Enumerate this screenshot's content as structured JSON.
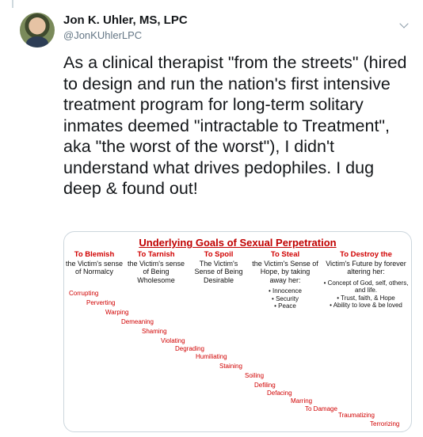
{
  "tweet": {
    "author_name": "Jon K. Uhler, MS, LPC",
    "author_handle": "@JonKUhlerLPC",
    "text": "As a clinical therapist \"from the streets\" (hired to design and run the nation's first intensive treatment program for long-term solitary inmates deemed \"intractable to Treatment\", aka \"the worst of the worst\"), I didn't understand what drives pedophiles. I dug deep & found out!",
    "menu_icon": "chevron-down-icon"
  },
  "media": {
    "title": "Underlying Goals of Sexual Perpetration",
    "columns": [
      {
        "heading": "To Blemish",
        "body": "the Victim's sense of Normalcy",
        "bullets": []
      },
      {
        "heading": "To Tarnish",
        "body": "the Victim's sense of Being Wholesome",
        "bullets": []
      },
      {
        "heading": "To Spoil",
        "body": "The Victim's Sense of Being Desirable",
        "bullets": []
      },
      {
        "heading": "To Steal",
        "body": "the Victim's Sense of Hope, by taking away her:",
        "bullets": [
          "Innocence",
          "Security",
          "Peace"
        ]
      },
      {
        "heading": "To Destroy the",
        "body": "Victim's Future by forever altering her:",
        "bullets": [
          "Concept of God, self, others, and life.",
          "Trust, faith, & Hope",
          "Ability to love & be loved"
        ]
      }
    ],
    "staircase": [
      "Corrupting",
      "Perverting",
      "Warping",
      "Demeaning",
      "Shaming",
      "Violating",
      "Degrading",
      "Humiliating",
      "Staining",
      "Soiling",
      "Defiling",
      "Defacing",
      "Marring",
      "To Damage",
      "Traumatizing",
      "Terrorizing"
    ]
  }
}
